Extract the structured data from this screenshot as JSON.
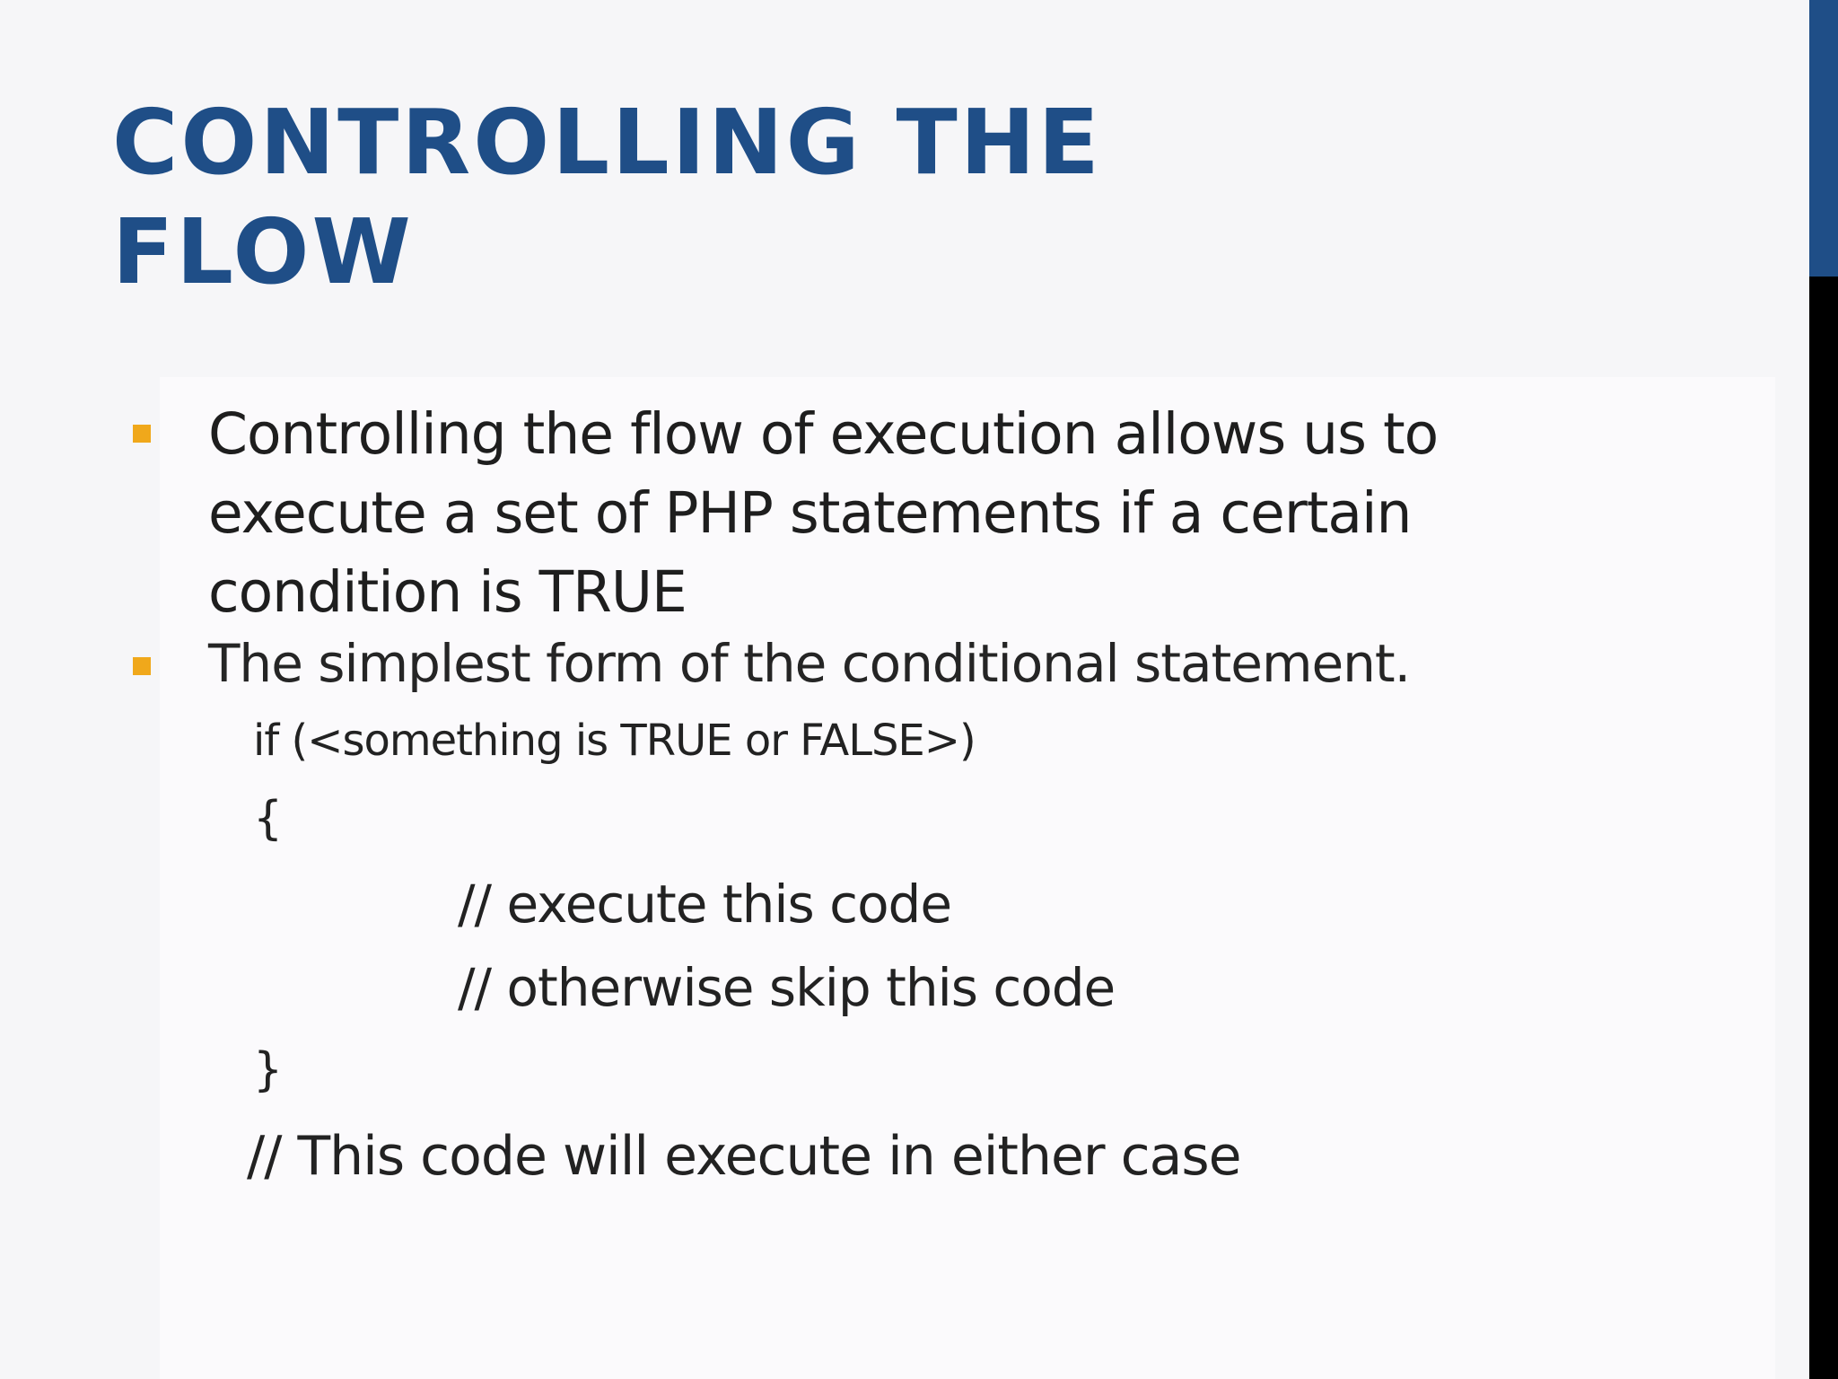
{
  "slide": {
    "title_line_1": "CONTROLLING THE",
    "title_line_2": "FLOW",
    "bullets": [
      {
        "text": "Controlling the flow of execution allows us to execute a set of PHP statements if a certain condition is TRUE"
      },
      {
        "text": "The simplest form of the conditional statement."
      }
    ],
    "code": {
      "if_line": "if (<something is TRUE or FALSE>)",
      "open_brace": "{",
      "comment_1": "// execute this code",
      "comment_2": "// otherwise skip this code",
      "close_brace": "}",
      "footer_comment": "// This code will execute in either case"
    }
  },
  "colors": {
    "title": "#1f4e87",
    "bullet": "#f0a81b",
    "accent_bar": "#1f4e87",
    "background": "#f6f6f8",
    "right_edge": "#000000"
  }
}
